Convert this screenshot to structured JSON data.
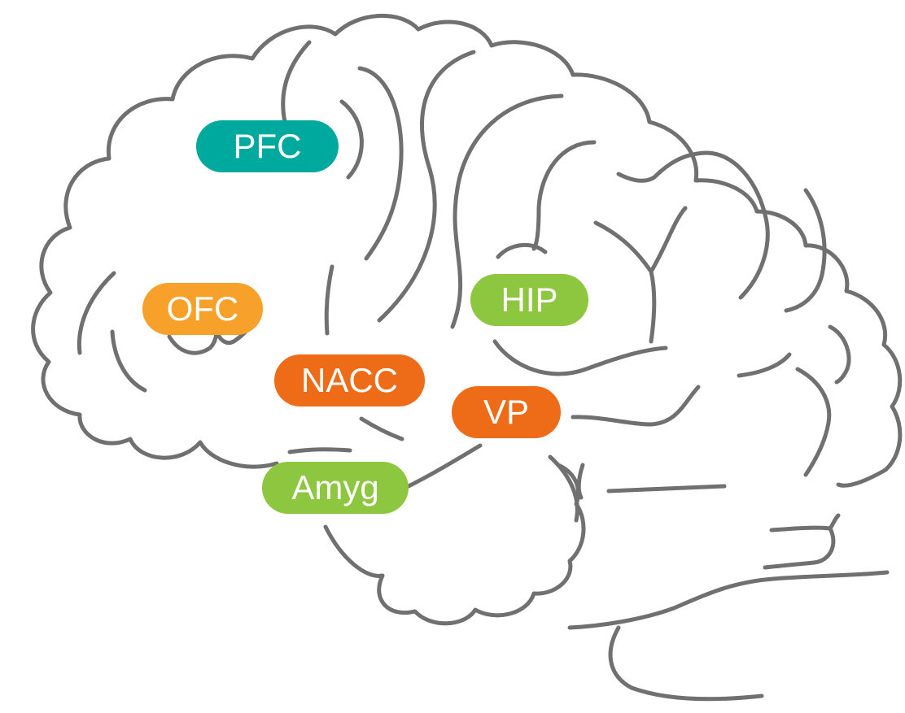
{
  "diagram": {
    "colors": {
      "outline": "#707070",
      "cortical": "#00a99d",
      "orbitofrontal": "#f7a02a",
      "striatal": "#ee6b17",
      "limbic": "#8dc63f"
    },
    "regions": [
      {
        "id": "pfc",
        "label": "PFC",
        "color": "#00a99d"
      },
      {
        "id": "ofc",
        "label": "OFC",
        "color": "#f7a02a"
      },
      {
        "id": "hip",
        "label": "HIP",
        "color": "#8dc63f"
      },
      {
        "id": "nacc",
        "label": "NACC",
        "color": "#ee6b17"
      },
      {
        "id": "vp",
        "label": "VP",
        "color": "#ee6b17"
      },
      {
        "id": "amyg",
        "label": "Amyg",
        "color": "#8dc63f"
      }
    ]
  }
}
